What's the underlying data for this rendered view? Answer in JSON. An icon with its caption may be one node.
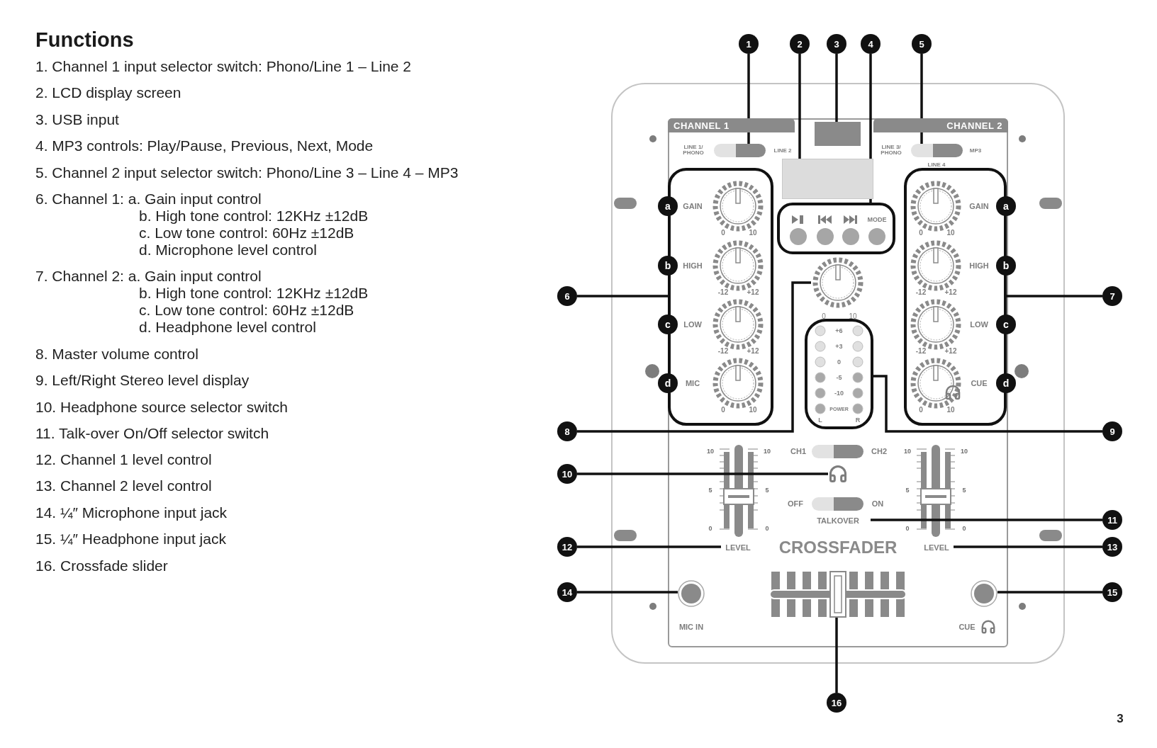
{
  "diagram": {
    "title": "Functions",
    "nodes": [
      {
        "text": [
          "1"
        ]
      },
      {
        "text": [
          "2"
        ]
      },
      {
        "text": [
          "3"
        ]
      },
      {
        "text": [
          "4"
        ]
      },
      {
        "text": [
          "5"
        ]
      },
      {
        "text": [
          "6"
        ]
      },
      {
        "text": [
          "7"
        ]
      },
      {
        "text": [
          "8"
        ]
      },
      {
        "text": [
          "9"
        ]
      },
      {
        "text": [
          "10"
        ]
      },
      {
        "text": [
          "11"
        ]
      },
      {
        "text": [
          "12"
        ]
      },
      {
        "text": [
          "13"
        ]
      },
      {
        "text": [
          "14"
        ]
      },
      {
        "text": [
          "15"
        ]
      },
      {
        "text": [
          "16"
        ]
      },
      {
        "text": [
          "a"
        ]
      },
      {
        "text": [
          "b"
        ]
      },
      {
        "text": [
          "c"
        ]
      },
      {
        "text": [
          "d"
        ]
      },
      {
        "text": [
          "a"
        ]
      },
      {
        "text": [
          "b"
        ]
      },
      {
        "text": [
          "c"
        ]
      },
      {
        "text": [
          "d"
        ]
      },
      {
        "text": [],
        "shape": "switch"
      },
      {
        "text": [],
        "shape": "box"
      },
      {
        "text": [],
        "shape": "box"
      },
      {
        "text": [
          "MODE"
        ]
      },
      {
        "text": [],
        "shape": "switch"
      },
      {
        "text": [
          "GAIN",
          "0",
          "10",
          "HIGH",
          "-12",
          "+12",
          "LOW",
          "-12",
          "+12",
          "MIC",
          "0",
          "10"
        ]
      },
      {
        "text": [
          "GAIN",
          "0",
          "10",
          "HIGH",
          "-12",
          "+12",
          "LOW",
          "-12",
          "+12",
          "CUE",
          "0",
          "10"
        ]
      },
      {
        "text": [],
        "shape": "circle"
      },
      {
        "text": [
          "+6",
          "+3",
          "0",
          "-5",
          "-10",
          "POWER",
          "L",
          "R"
        ]
      },
      {
        "text": [],
        "shape": "headphones"
      },
      {
        "text": [
          "TALKOVER"
        ]
      },
      {
        "text": [
          "LEVEL"
        ]
      },
      {
        "text": [
          "LEVEL"
        ]
      },
      {
        "text": [],
        "shape": "circle"
      },
      {
        "text": [],
        "shape": "circle"
      },
      {
        "text": [],
        "shape": "slider"
      },
      {
        "text": [
          "CHANNEL 1"
        ]
      },
      {
        "text": [
          "CHANNEL 2"
        ]
      },
      {
        "text": [],
        "shape": "switch"
      },
      {
        "text": [],
        "shape": "switch"
      }
    ],
    "edges": [
      {
        "from": 0,
        "to": 24,
        "arrow": "none"
      },
      {
        "from": 1,
        "to": 26,
        "arrow": "none"
      },
      {
        "from": 2,
        "to": 25,
        "arrow": "none"
      },
      {
        "from": 3,
        "to": 27,
        "arrow": "none"
      },
      {
        "from": 4,
        "to": 28,
        "arrow": "none"
      },
      {
        "from": 5,
        "to": 29,
        "arrow": "none"
      },
      {
        "from": 6,
        "to": 30,
        "arrow": "none"
      },
      {
        "from": 7,
        "to": 31,
        "arrow": "none"
      },
      {
        "from": 8,
        "to": 32,
        "arrow": "none"
      },
      {
        "from": 9,
        "to": 33,
        "arrow": "none"
      },
      {
        "from": 10,
        "to": 34,
        "arrow": "none"
      },
      {
        "from": 11,
        "to": 35,
        "arrow": "none"
      },
      {
        "from": 12,
        "to": 36,
        "arrow": "none"
      },
      {
        "from": 13,
        "to": 37,
        "arrow": "none"
      },
      {
        "from": 14,
        "to": 38,
        "arrow": "none"
      },
      {
        "from": 15,
        "to": 39,
        "arrow": "none"
      }
    ],
    "labels": [
      "1. Channel 1 input selector switch: Phono/Line 1 – Line 2",
      "2. LCD display screen",
      "3. USB input",
      "4. MP3 controls: Play/Pause, Previous, Next, Mode",
      "5. Channel 2 input selector switch: Phono/Line 3 – Line 4 – MP3",
      "6. Channel 1: a. Gain input control",
      "b. High tone control: 12KHz ±12dB",
      "c. Low tone control: 60Hz ±12dB",
      "d. Microphone level control",
      "7. Channel 2: a. Gain input control",
      "b. High tone control: 12KHz ±12dB",
      "c. Low tone control: 60Hz ±12dB",
      "d. Headphone level control",
      "8. Master volume control",
      "9. Left/Right Stereo level display",
      "10. Headphone source selector switch",
      "11. Talk-over On/Off selector switch",
      "12. Channel 1 level control",
      "13. Channel 2 level control",
      "14. ¼″ Microphone input jack",
      "15. ¼″ Headphone input jack",
      "16. Crossfade slider",
      "LINE 1/ PHONO",
      "LINE 2",
      "LINE 3/ PHONO",
      "MP3",
      "LINE 4",
      "0",
      "10",
      "CH1",
      "CH2",
      "OFF",
      "ON",
      "10",
      "10",
      "5",
      "5",
      "0",
      "0",
      "10",
      "10",
      "5",
      "5",
      "0",
      "0",
      "CROSSFADER",
      "MIC IN",
      "CUE",
      "3"
    ]
  }
}
